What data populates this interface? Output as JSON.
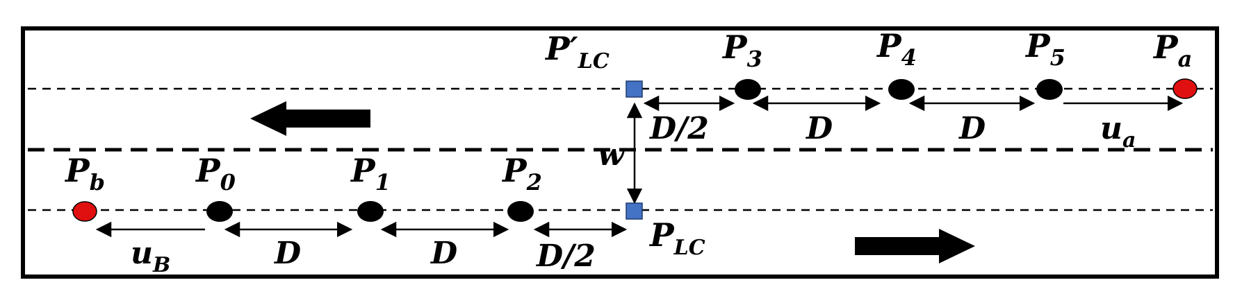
{
  "points": {
    "p_lc_prime": "P′",
    "p_lc_prime_sub": "LC",
    "p3": "P",
    "p3_sub": "3",
    "p4": "P",
    "p4_sub": "4",
    "p5": "P",
    "p5_sub": "5",
    "pa": "P",
    "pa_sub": "a",
    "pb": "P",
    "pb_sub": "b",
    "p0": "P",
    "p0_sub": "0",
    "p1": "P",
    "p1_sub": "1",
    "p2": "P",
    "p2_sub": "2",
    "p_lc": "P",
    "p_lc_sub": "LC"
  },
  "distances": {
    "top_half": "D/2",
    "top_d1": "D",
    "top_d2": "D",
    "ua": "u",
    "ua_sub": "a",
    "ub": "u",
    "ub_sub": "B",
    "bot_d1": "D",
    "bot_d2": "D",
    "bot_half": "D/2",
    "w": "w"
  },
  "colors": {
    "vehicle": "#000000",
    "boundary_vehicle": "#e01010",
    "lane_change_point": "#4472c4"
  },
  "icons": {
    "left_arrow": "arrow-left-icon",
    "right_arrow": "arrow-right-icon"
  }
}
